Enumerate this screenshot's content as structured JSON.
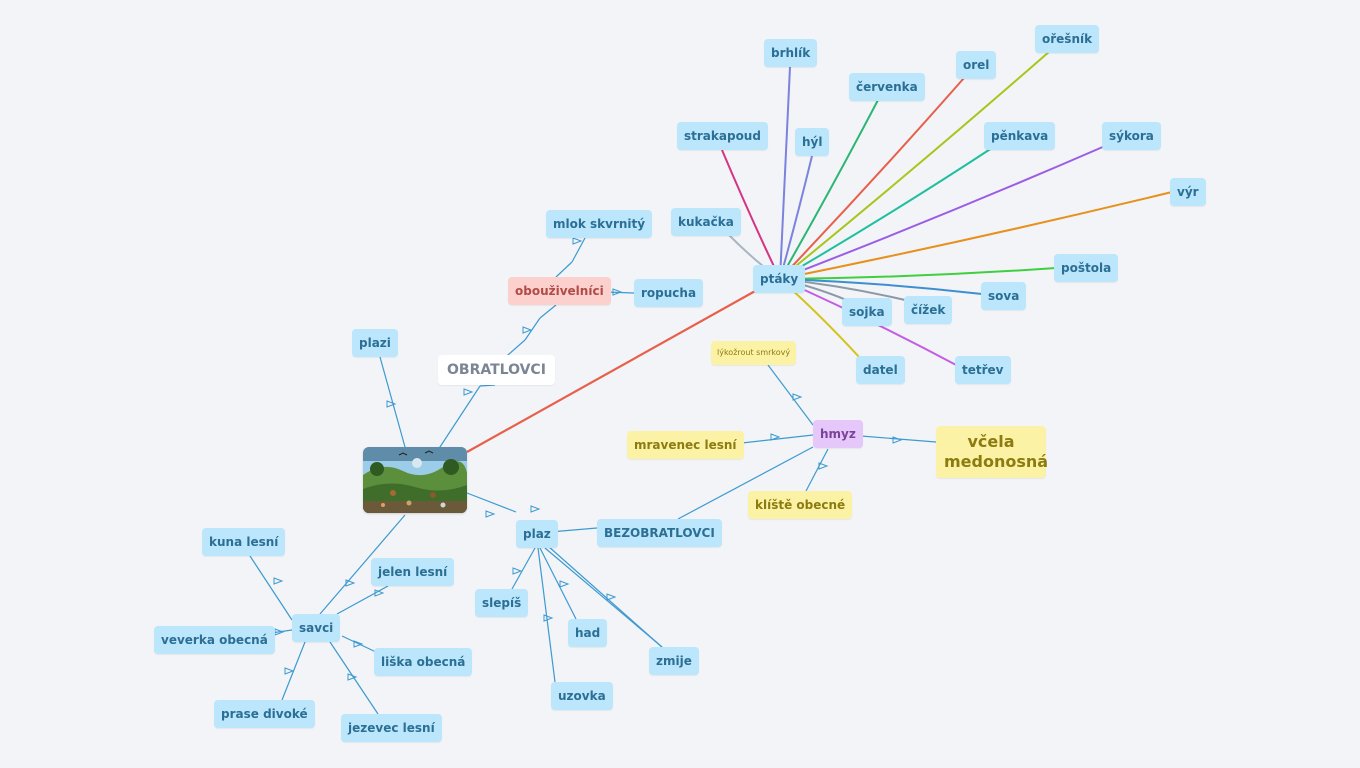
{
  "root": {
    "label": "OBRATLOVCI"
  },
  "center_image": {
    "name": "forest-animals-illustration"
  },
  "vertebrates": {
    "amphibians": {
      "label": "obouživelníci",
      "children": [
        "mlok skvrnitý",
        "ropucha"
      ]
    },
    "reptiles": {
      "label": "plazi"
    },
    "mammals": {
      "label": "savci",
      "children": [
        "kuna lesní",
        "jelen lesní",
        "veverka obecná",
        "liška obecná",
        "prase divoké",
        "jezevec lesní"
      ]
    },
    "birds": {
      "label": "ptáky",
      "children": [
        "brhlík",
        "ořešník",
        "orel",
        "červenka",
        "strakapoud",
        "hýl",
        "pěnkava",
        "sýkora",
        "výr",
        "kukačka",
        "poštola",
        "sova",
        "čížek",
        "sojka",
        "datel",
        "tetřev"
      ]
    }
  },
  "invertebrates": {
    "label": "BEZOBRATLOVCI",
    "insects": {
      "label": "hmyz",
      "children": [
        "lýkožrout smrkový",
        "mravenec lesní",
        "včela medonosná",
        "klíště obecné"
      ]
    }
  },
  "crawlers": {
    "label": "plaz",
    "children": [
      "slepíš",
      "had",
      "uzovka",
      "zmije"
    ]
  },
  "colors": {
    "line_blue": "#3d9ad1",
    "line_red": "#e8604c",
    "node_blue": "#bce6fb",
    "node_pink": "#fcd1cd",
    "node_purple": "#e6c7f9",
    "node_yellow": "#fcf2a6",
    "background": "#f2f4f7",
    "bird_lines": [
      "#7c82de",
      "#a6c61a",
      "#e8604c",
      "#2bb673",
      "#d63384",
      "#7c82de",
      "#1fbfa0",
      "#9b5de5",
      "#e8901c",
      "#a8b6c6",
      "#3fcf3f",
      "#3d8fd1",
      "#8c9aa8",
      "#8c9aa8",
      "#d6c21a",
      "#c45de5"
    ]
  }
}
